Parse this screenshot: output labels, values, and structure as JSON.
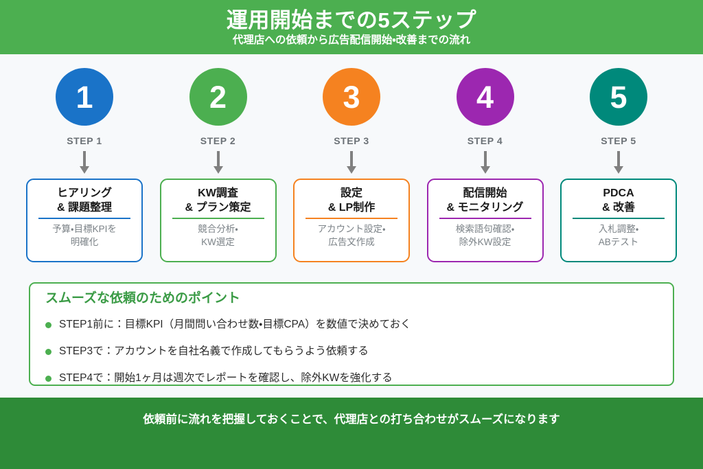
{
  "header": {
    "title": "運用開始までの5ステップ",
    "subtitle": "代理店への依頼から広告配信開始・改善までの流れ",
    "band_color": "#4caf50"
  },
  "steps": [
    {
      "number": "1",
      "label": "STEP 1",
      "color": "#1a73c8",
      "card_title": "ヒアリング\n& 課題整理",
      "card_sub": "予算・目標KPIを\n明確化"
    },
    {
      "number": "2",
      "label": "STEP 2",
      "color": "#4caf50",
      "card_title": "KW調査\n& プラン策定",
      "card_sub": "競合分析・\nKW選定"
    },
    {
      "number": "3",
      "label": "STEP 3",
      "color": "#f58220",
      "card_title": "設定\n& LP制作",
      "card_sub": "アカウント設定・\n広告文作成"
    },
    {
      "number": "4",
      "label": "STEP 4",
      "color": "#9c27b0",
      "card_title": "配信開始\n& モニタリング",
      "card_sub": "検索語句確認・\n除外KW設定"
    },
    {
      "number": "5",
      "label": "STEP 5",
      "color": "#00897b",
      "card_title": "PDCA\n& 改善",
      "card_sub": "入札調整・\nABテスト"
    }
  ],
  "arrow": {
    "icon": "arrow-down-icon",
    "color": "#808080"
  },
  "points": {
    "title": "スムーズな依頼のためのポイント",
    "title_color": "#3a9b45",
    "bullet_color": "#4caf50",
    "items": [
      "STEP1前に：目標KPI（月間問い合わせ数・目標CPA）を数値で決めておく",
      "STEP3で：アカウントを自社名義で作成してもらうよう依頼する",
      "STEP4で：開始1ヶ月は週次でレポートを確認し、除外KWを強化する"
    ]
  },
  "footer": {
    "text": "依頼前に流れを把握しておくことで、代理店との打ち合わせがスムーズになります",
    "band_color": "#2e8b38"
  }
}
